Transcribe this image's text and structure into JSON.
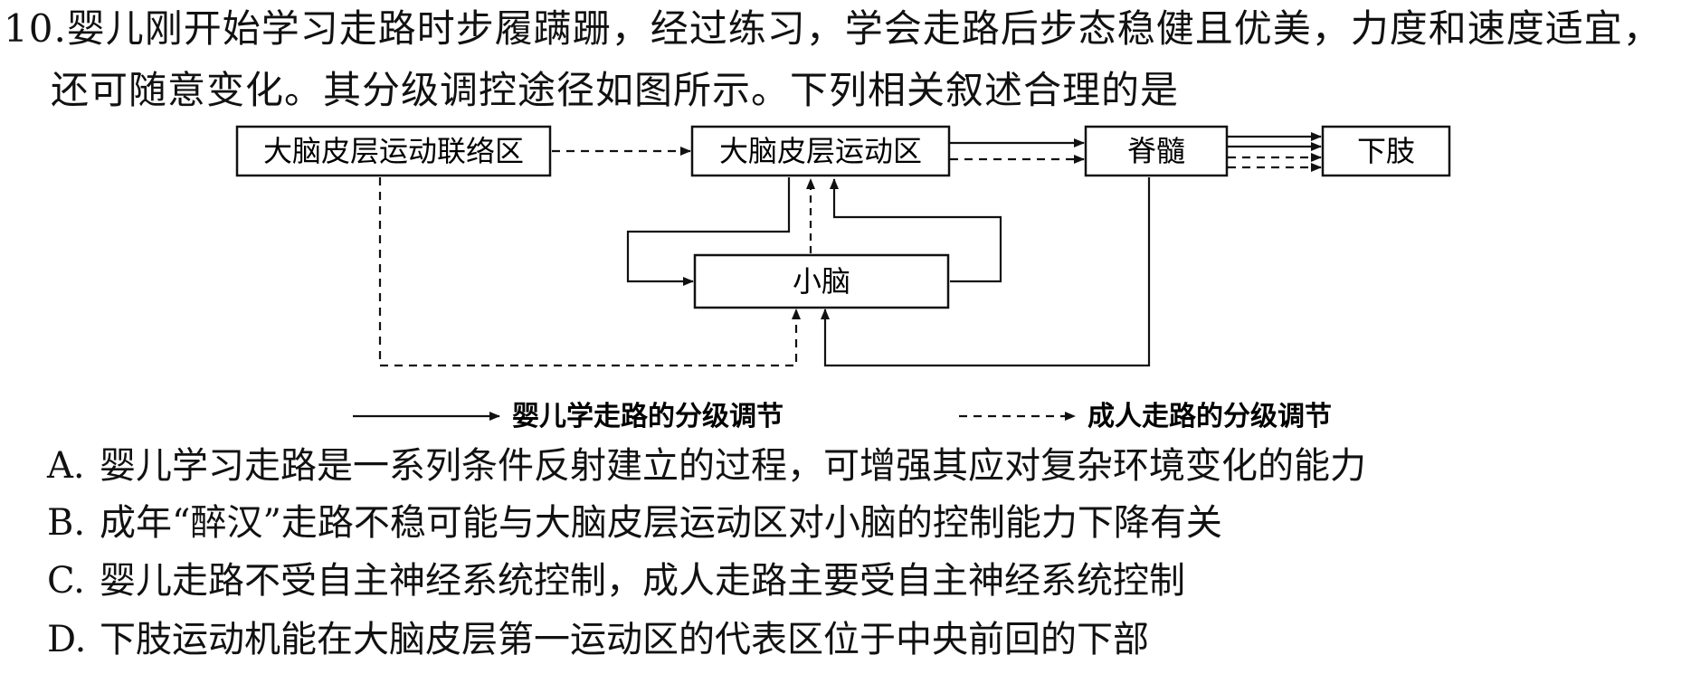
{
  "question": {
    "number": "10.",
    "stem_line1": "婴儿刚开始学习走路时步履蹒跚，经过练习，学会走路后步态稳健且优美，力度和速度适宜，",
    "stem_line2": "还可随意变化。其分级调控途径如图所示。下列相关叙述合理的是"
  },
  "diagram": {
    "boxes": {
      "association": "大脑皮层运动联络区",
      "motor_cortex": "大脑皮层运动区",
      "spinal_cord": "脊髓",
      "lower_limb": "下肢",
      "cerebellum": "小脑"
    },
    "legend": {
      "infant": "婴儿学走路的分级调节",
      "adult": "成人走路的分级调节"
    },
    "colors": {
      "line": "#111111",
      "background": "#ffffff"
    }
  },
  "options": [
    {
      "key": "A.",
      "text": "婴儿学习走路是一系列条件反射建立的过程，可增强其应对复杂环境变化的能力"
    },
    {
      "key": "B.",
      "text": "成年“醉汉”走路不稳可能与大脑皮层运动区对小脑的控制能力下降有关"
    },
    {
      "key": "C.",
      "text": "婴儿走路不受自主神经系统控制，成人走路主要受自主神经系统控制"
    },
    {
      "key": "D.",
      "text": "下肢运动机能在大脑皮层第一运动区的代表区位于中央前回的下部"
    }
  ]
}
